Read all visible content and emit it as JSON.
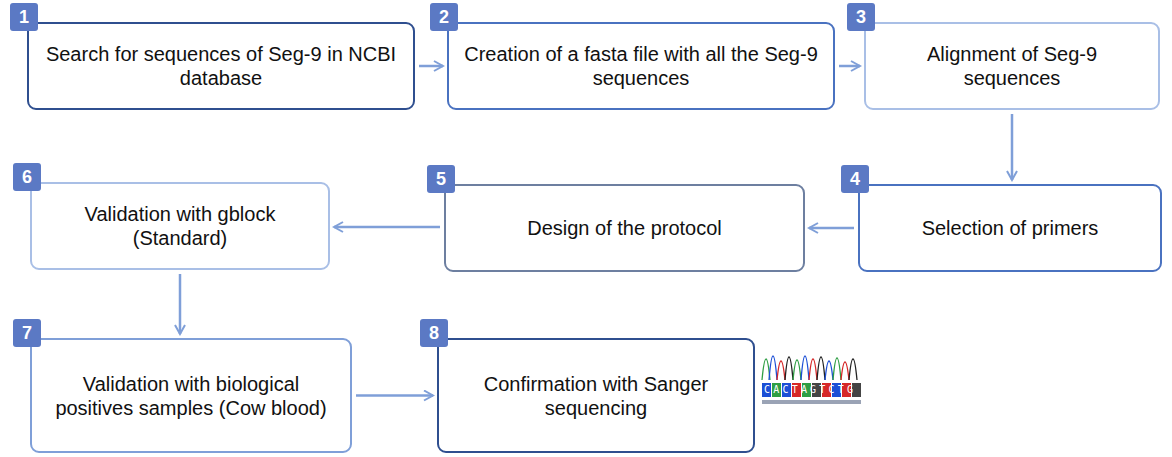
{
  "diagram": {
    "nodes": [
      {
        "text": [
          "1",
          "Search for sequences of Seg-9 in NCBI database"
        ]
      },
      {
        "text": [
          "2",
          "Creation of a fasta file with all the Seg-9 sequences"
        ]
      },
      {
        "text": [
          "3",
          "Alignment of Seg-9 sequences"
        ]
      },
      {
        "text": [
          "4",
          "Selection of primers"
        ]
      },
      {
        "text": [
          "5",
          "Design of the protocol"
        ]
      },
      {
        "text": [
          "6",
          "Validation with gblock (Standard)"
        ]
      },
      {
        "text": [
          "7",
          "Validation with biological positives samples (Cow blood)"
        ]
      },
      {
        "text": [
          "8",
          "Confirmation with Sanger sequencing"
        ]
      }
    ],
    "edges": [
      {
        "from": 0,
        "to": 1,
        "arrow": "to"
      },
      {
        "from": 1,
        "to": 2,
        "arrow": "to"
      },
      {
        "from": 2,
        "to": 3,
        "arrow": "to"
      },
      {
        "from": 3,
        "to": 4,
        "arrow": "to"
      },
      {
        "from": 4,
        "to": 5,
        "arrow": "to"
      },
      {
        "from": 5,
        "to": 6,
        "arrow": "to"
      },
      {
        "from": 6,
        "to": 7,
        "arrow": "to"
      }
    ],
    "labels": [
      "CACTAGTCTG"
    ]
  }
}
